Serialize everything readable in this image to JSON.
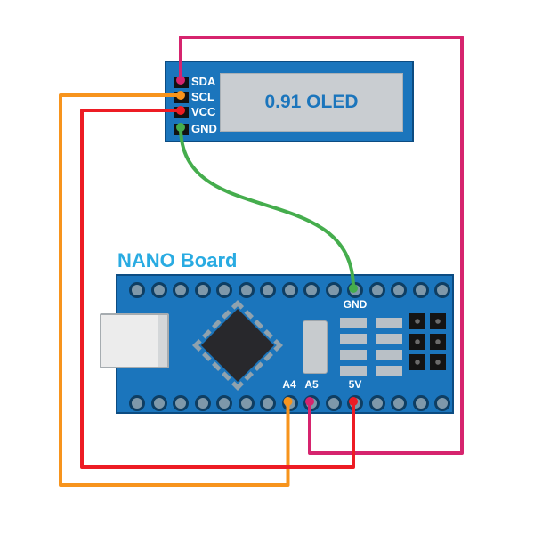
{
  "oled": {
    "screen_label": "0.91 OLED",
    "pins": [
      {
        "label": "SDA"
      },
      {
        "label": "SCL"
      },
      {
        "label": "VCC"
      },
      {
        "label": "GND"
      }
    ]
  },
  "nano": {
    "title": "NANO Board",
    "top_pin_count": 15,
    "bottom_pin_count": 15,
    "labels": {
      "gnd": "GND",
      "a4": "A4",
      "a5": "A5",
      "v5": "5V"
    }
  },
  "colors": {
    "pcb_blue": "#1B75BC",
    "pcb_border": "#0C4C82",
    "screen_gray": "#C9CDD1",
    "oled_text_blue": "#1B75BC",
    "nano_title_blue": "#29ABE2"
  },
  "connections": [
    {
      "wire": "SDA",
      "color": "#D6246E",
      "from": "OLED SDA",
      "to": "NANO A5"
    },
    {
      "wire": "SCL",
      "color": "#F7941D",
      "from": "OLED SCL",
      "to": "NANO A4"
    },
    {
      "wire": "VCC",
      "color": "#ED1C24",
      "from": "OLED VCC",
      "to": "NANO 5V"
    },
    {
      "wire": "GND",
      "color": "#45AD4D",
      "from": "OLED GND",
      "to": "NANO GND"
    }
  ]
}
